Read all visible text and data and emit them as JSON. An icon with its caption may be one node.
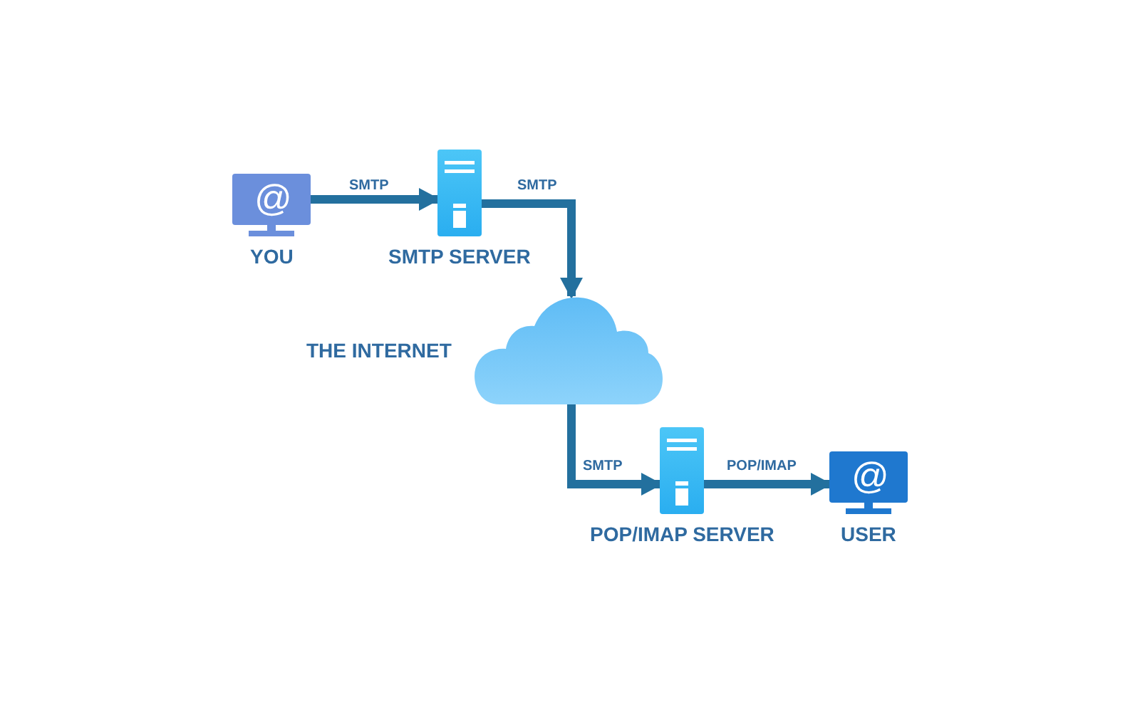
{
  "diagram": {
    "nodes": [
      {
        "text": [
          "@",
          "YOU"
        ]
      },
      {
        "text": [
          "SMTP SERVER"
        ]
      },
      {
        "text": [
          "THE INTERNET"
        ]
      },
      {
        "text": [
          "POP/IMAP SERVER"
        ]
      },
      {
        "text": [
          "@",
          "USER"
        ]
      }
    ],
    "edges": [
      {
        "from": 0,
        "to": 1,
        "arrow": "to",
        "label": "SMTP"
      },
      {
        "from": 1,
        "to": 2,
        "arrow": "to",
        "label": "SMTP"
      },
      {
        "from": 2,
        "to": 3,
        "arrow": "to",
        "label": "SMTP"
      },
      {
        "from": 3,
        "to": 4,
        "arrow": "to",
        "label": "POP/IMAP"
      }
    ]
  }
}
